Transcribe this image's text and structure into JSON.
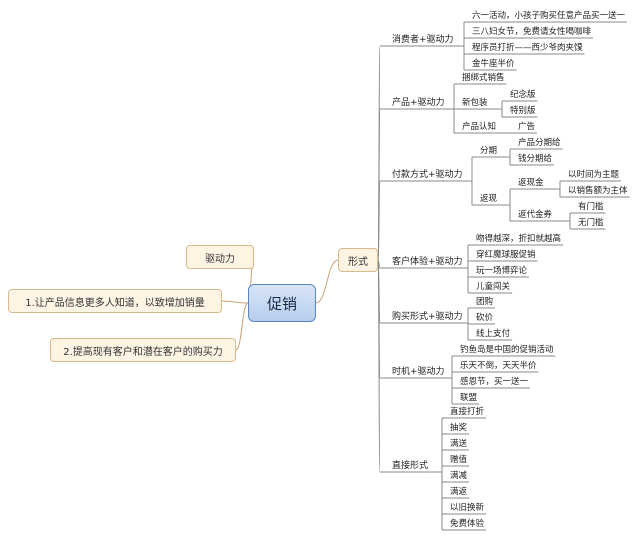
{
  "root": "促销",
  "left": {
    "motive": "驱动力",
    "goal1": "1.让产品信息更多人知道，以致增加销量",
    "goal2": "2.提高现有客户和潜在客户的购买力"
  },
  "right": {
    "form": "形式",
    "consumer": {
      "label": "消费者+驱动力",
      "items": [
        "六一活动，小孩子购买任意产品买一送一",
        "三八妇女节，免费请女性喝咖啡",
        "程序员打折——西少爷肉夹馍",
        "金牛座半价"
      ]
    },
    "product": {
      "label": "产品+驱动力",
      "bundle": "捆绑式销售",
      "newpack": "新包装",
      "newpack_items": [
        "纪念版",
        "特别版"
      ],
      "awareness": "产品认知",
      "awareness_items": [
        "广告"
      ]
    },
    "payment": {
      "label": "付款方式+驱动力",
      "installment": "分期",
      "installment_items": [
        "产品分期给",
        "钱分期给"
      ],
      "rebate": "返现",
      "cashback": "返现金",
      "cashback_items": [
        "以时间为主题",
        "以销售额为主体"
      ],
      "voucher": "返代金券",
      "voucher_items": [
        "有门槛",
        "无门槛"
      ]
    },
    "experience": {
      "label": "客户体验+驱动力",
      "items": [
        "吻得越深，折扣就越高",
        "穿红魔球服促销",
        "玩一场博弈论",
        "儿童闯关"
      ]
    },
    "purchase": {
      "label": "购买形式+驱动力",
      "items": [
        "团购",
        "砍价",
        "线上支付"
      ]
    },
    "timing": {
      "label": "时机+驱动力",
      "items": [
        "钓鱼岛是中国的促销活动",
        "乐天不倒，天天半价",
        "感恩节，买一送一",
        "联盟"
      ]
    },
    "direct": {
      "label": "直接形式",
      "items": [
        "直接打折",
        "抽奖",
        "满送",
        "赠值",
        "满减",
        "满返",
        "以旧换新",
        "免费体验"
      ]
    }
  }
}
